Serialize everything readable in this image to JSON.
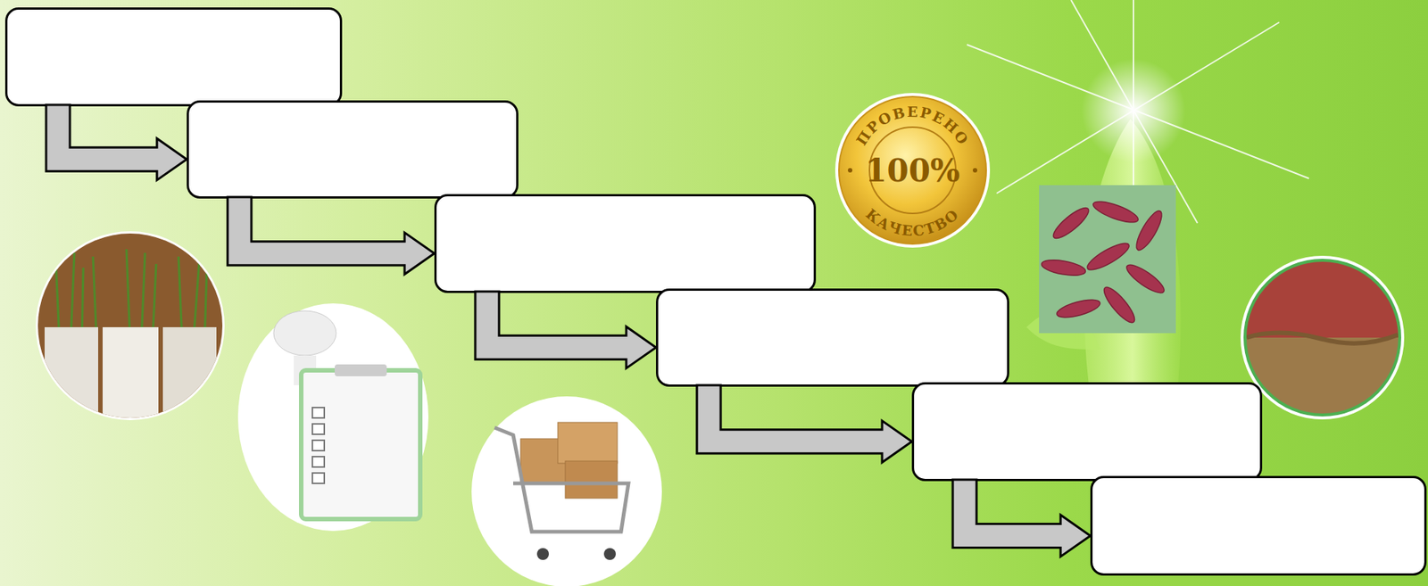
{
  "diagram": {
    "nodes": [
      {
        "text": []
      },
      {
        "text": []
      },
      {
        "text": []
      },
      {
        "text": []
      },
      {
        "text": []
      },
      {
        "text": []
      }
    ],
    "edges": [
      {
        "from": 0,
        "to": 1,
        "arrow": "to"
      },
      {
        "from": 1,
        "to": 2,
        "arrow": "to"
      },
      {
        "from": 2,
        "to": 3,
        "arrow": "to"
      },
      {
        "from": 3,
        "to": 4,
        "arrow": "to"
      },
      {
        "from": 4,
        "to": 5,
        "arrow": "to"
      }
    ],
    "labels": [
      "ПРОВЕРЕНО",
      "100%",
      "КАЧЕСТВО"
    ]
  }
}
